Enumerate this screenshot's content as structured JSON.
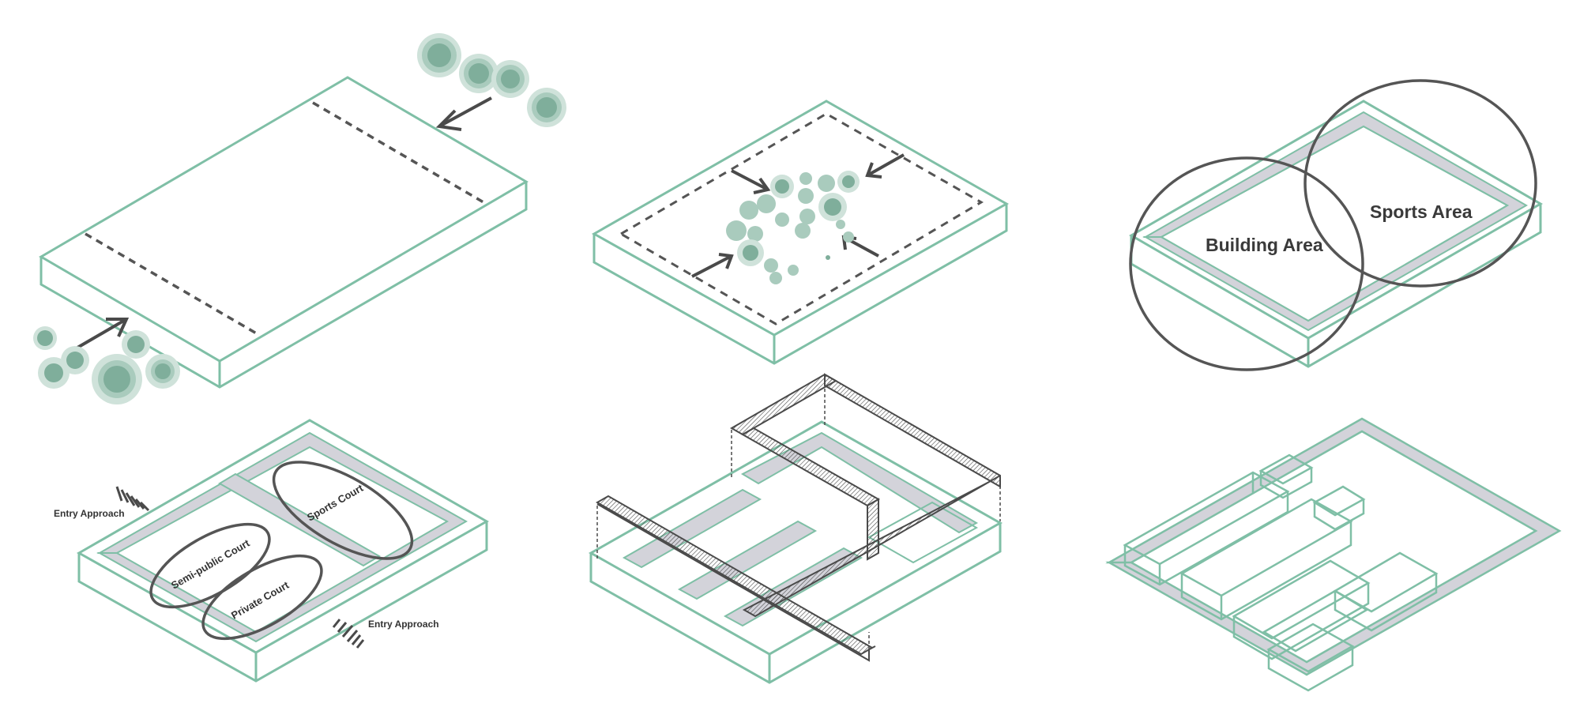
{
  "colors": {
    "outline": "#7fbfa6",
    "band": "#d3d3da",
    "arrow": "#4a4a4a",
    "tree_outer": "#cfe2da",
    "tree_mid": "#a9cbbd",
    "tree_inner": "#7fae9b",
    "ellipse": "#555555",
    "text": "#333333"
  },
  "panels": {
    "site": {
      "name": "site-context"
    },
    "trees": {
      "name": "tree-cluster"
    },
    "zones": {
      "labels": {
        "building": "Building Area",
        "sports": "Sports Area"
      }
    },
    "courts": {
      "labels": {
        "sports_court": "Sports Court",
        "semi_public_court": "Semi-public Court",
        "private_court": "Private Court",
        "entry_approach_1": "Entry Approach",
        "entry_approach_2": "Entry Approach"
      }
    },
    "frame": {
      "name": "overhead-frame"
    },
    "massing": {
      "name": "building-massing"
    }
  }
}
